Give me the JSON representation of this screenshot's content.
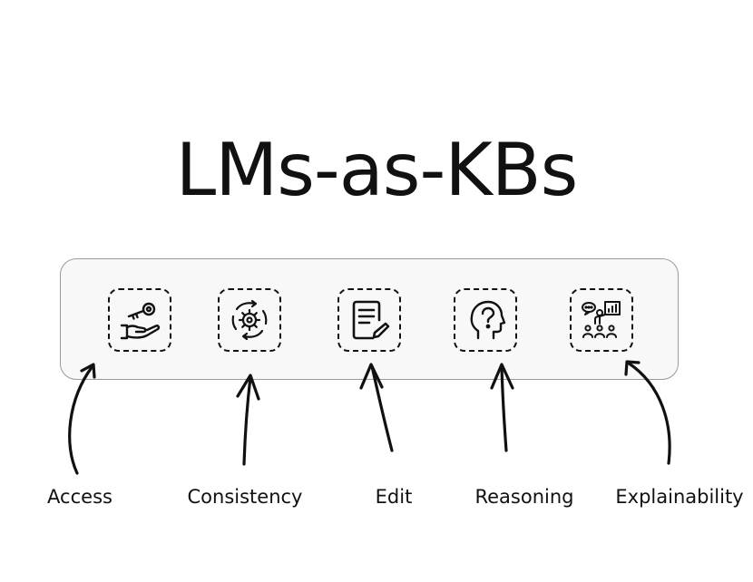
{
  "title": "LMs-as-KBs",
  "capabilities": [
    {
      "label": "Access",
      "icon": "hand-key-icon"
    },
    {
      "label": "Consistency",
      "icon": "gear-cycle-icon"
    },
    {
      "label": "Edit",
      "icon": "document-edit-icon"
    },
    {
      "label": "Reasoning",
      "icon": "head-question-icon"
    },
    {
      "label": "Explainability",
      "icon": "presentation-audience-icon"
    }
  ]
}
